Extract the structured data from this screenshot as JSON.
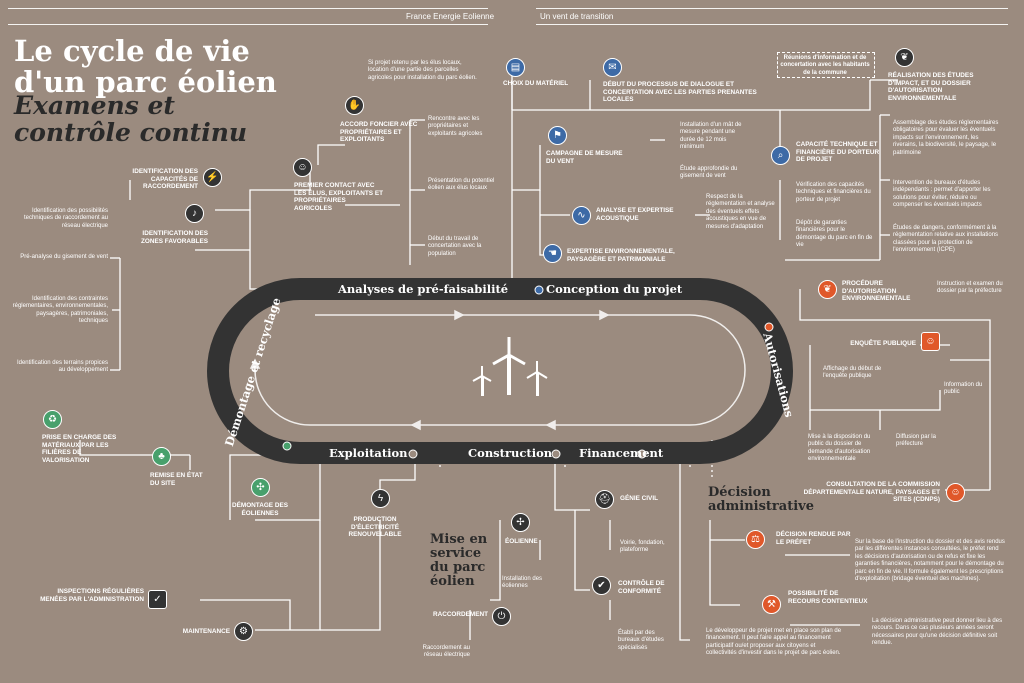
{
  "header": {
    "left": "France Energie Eolienne",
    "right": "Un vent de transition"
  },
  "title": {
    "line1": "Le cycle de vie",
    "line2": "d'un parc éolien",
    "sub1": "Examens et",
    "sub2": "contrôle continu"
  },
  "stages": {
    "prefaisabilite": "Analyses de pré-faisabilité",
    "conception": "Conception du projet",
    "autorisations": "Autorisations",
    "financement": "Financement",
    "construction": "Construction",
    "exploitation": "Exploitation",
    "demontage": "Démontage et recyclage",
    "decision": "Décision administrative",
    "mise_service": "Mise en service du parc éolien"
  },
  "left": {
    "capacites": "Identification des capacités de raccordement",
    "capacites_txt": "Identification des possibilités techniques de raccordement au réseau électrique",
    "zones": "Identification des zones favorables",
    "zones_txt1": "Pré-analyse du gisement de vent",
    "zones_txt2": "Identification des contraintes réglementaires, environnementales, paysagères, patrimoniales, techniques",
    "zones_txt3": "Identification des terrains propices au développement",
    "premier": "Premier contact avec les élus, exploitants et propriétaires agricoles",
    "accord": "Accord foncier avec propriétaires et exploitants",
    "accord_txt": "Si projet retenu par les élus locaux, location d'une partie des parcelles agricoles pour installation du parc éolien.",
    "rencontre": "Rencontre avec les propriétaires et exploitants agricoles",
    "presentation": "Présentation du potentiel éolien aux élus locaux",
    "debut_travail": "Début du travail de concertation avec la population"
  },
  "conception": {
    "materiel": "Choix du matériel",
    "dialogue": "Début du processus de dialogue et concertation avec les parties prenantes locales",
    "reunions": "Réunions d'information et de concertation avec les habitants de la commune",
    "campagne": "Campagne de mesure du vent",
    "campagne_txt1": "Installation d'un mât de mesure pendant une durée de 12 mois minimum",
    "campagne_txt2": "Étude approfondie du gisement de vent",
    "analyse": "Analyse et expertise acoustique",
    "analyse_txt": "Respect de la réglementation et analyse des éventuels effets acoustiques en vue de mesures d'adaptation",
    "expertise": "Expertise environnementale, paysagère et patrimoniale",
    "capacite": "Capacité technique et financière du porteur de projet",
    "capacite_txt1": "Vérification des capacités techniques et financières du porteur de projet",
    "capacite_txt2": "Dépôt de garanties financières pour le démontage du parc en fin de vie",
    "realisation": "Réalisation des études d'impact, et du dossier d'autorisation environnementale",
    "realisation_txt1": "Assemblage des études réglementaires obligatoires pour évaluer les éventuels impacts sur l'environnement, les riverains, la biodiversité, le paysage, le patrimoine",
    "realisation_txt2": "Intervention de bureaux d'études indépendants : permet d'apporter les solutions pour éviter, réduire ou compenser les éventuels impacts",
    "realisation_txt3": "Études de dangers, conformément à la réglementation relative aux installations classées pour la protection de l'environnement (ICPE)"
  },
  "autorisation": {
    "procedure": "Procédure d'autorisation environnementale",
    "procedure_txt": "Instruction et examen du dossier par la préfecture",
    "enquete": "Enquête publique",
    "affichage": "Affichage du début de l'enquête publique",
    "information": "Information du public",
    "mise_dispo": "Mise à la disposition du public du dossier de demande d'autorisation environnementale",
    "diffusion": "Diffusion par la préfecture",
    "cdnps": "Consultation de la commission départementale nature, paysages et sites (CDNPS)",
    "decision_rendue": "Décision rendue par le préfet",
    "decision_txt": "Sur la base de l'instruction du dossier et des avis rendus par les différentes instances consultées, le préfet rend les décisions d'autorisation ou de refus et fixe les garanties financières, notamment pour le démontage du parc en fin de vie. Il formule également les prescriptions d'exploitation (bridage éventuel des machines).",
    "recours": "Possibilité de recours contentieux",
    "recours_txt": "La décision administrative peut donner lieu à des recours. Dans ce cas plusieurs années seront nécessaires pour qu'une décision définitive soit rendue."
  },
  "bottom": {
    "financement_txt": "Le développeur de projet met en place son plan de financement. Il peut faire appel au financement participatif ou/et proposer aux citoyens et collectivités d'investir dans le projet de parc éolien.",
    "genie": "Génie civil",
    "genie_txt": "Voirie, fondation, plateforme",
    "eolienne": "Éolienne",
    "eolienne_txt": "Installation des éoliennes",
    "controle": "Contrôle de conformité",
    "controle_txt": "Établi par des bureaux d'études spécialisés",
    "raccordement": "Raccordement",
    "raccordement_txt": "Raccordement au réseau électrique",
    "production": "Production d'électricité renouvelable",
    "inspections": "Inspections régulières menées par l'administration",
    "maintenance": "Maintenance",
    "prise": "Prise en charge des matériaux par les filières de valorisation",
    "remise": "Remise en état du site",
    "demontage_eol": "Démontage des éoliennes"
  },
  "colors": {
    "background": "#9b8b7f",
    "track": "#333333",
    "blue": "#3d6aa6",
    "green": "#48a06c",
    "orange": "#e0582a"
  },
  "icons": [
    "handshake-icon",
    "people-icon",
    "plug-icon",
    "bell-icon",
    "truck-icon",
    "chat-icon",
    "leaf-icon",
    "flag-icon",
    "waveform-icon",
    "magnifier-icon",
    "scales-icon",
    "gavel-icon",
    "hardhat-icon",
    "turbine-icon",
    "check-icon",
    "power-icon",
    "lightning-icon",
    "inspection-icon",
    "gear-icon",
    "recycle-icon",
    "tree-icon",
    "dismantle-icon"
  ]
}
